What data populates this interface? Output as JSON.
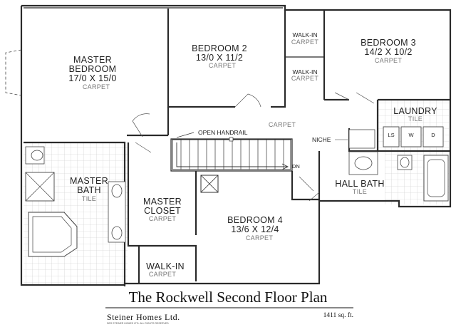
{
  "title": "The Rockwell Second Floor Plan",
  "brand": "Steiner Homes Ltd.",
  "brand_small": "DES STEINER HOMES LTD. ALL RIGHTS RESERVED",
  "sqft": "1411 sq. ft.",
  "rooms": {
    "master_bedroom": {
      "line1": "MASTER",
      "line2": "BEDROOM",
      "dims": "17/0 X 15/0",
      "floor": "CARPET"
    },
    "bedroom2": {
      "name": "BEDROOM 2",
      "dims": "13/0 X 11/2",
      "floor": "CARPET"
    },
    "walkin1": {
      "name": "WALK-IN",
      "floor": "CARPET"
    },
    "walkin2": {
      "name": "WALK-IN",
      "floor": "CARPET"
    },
    "bedroom3": {
      "name": "BEDROOM 3",
      "dims": "14/2 X 10/2",
      "floor": "CARPET"
    },
    "laundry": {
      "name": "LAUNDRY",
      "floor": "TILE"
    },
    "hall_bath": {
      "name": "HALL BATH",
      "floor": "TILE"
    },
    "master_bath": {
      "line1": "MASTER",
      "line2": "BATH",
      "floor": "TILE"
    },
    "master_closet": {
      "line1": "MASTER",
      "line2": "CLOSET",
      "floor": "CARPET"
    },
    "bedroom4": {
      "name": "BEDROOM 4",
      "dims": "13/6 X 12/4",
      "floor": "CARPET"
    },
    "walkin3": {
      "name": "WALK-IN",
      "floor": "CARPET"
    },
    "hall": {
      "floor": "CARPET"
    }
  },
  "labels": {
    "open_handrail": "OPEN HANDRAIL",
    "niche": "NICHE",
    "down": "DN",
    "ls": "LS",
    "washer": "W",
    "dryer": "D"
  }
}
